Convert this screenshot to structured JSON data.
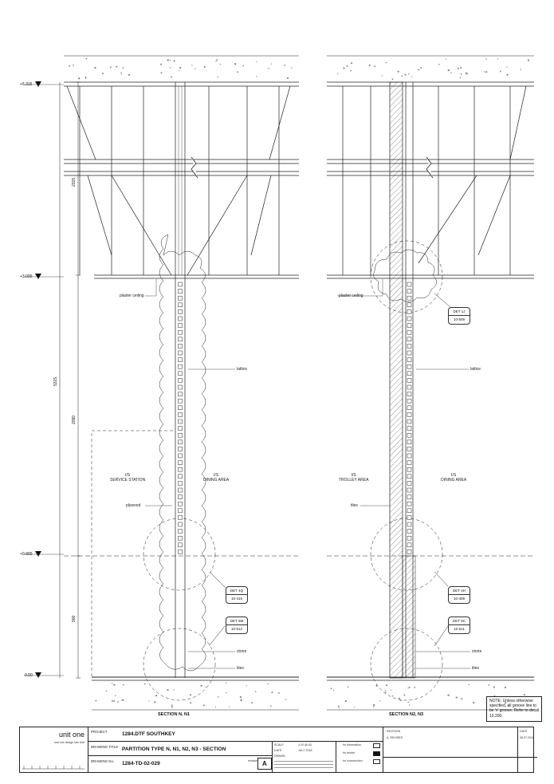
{
  "levels": {
    "top": "+5.315",
    "ceiling": "+3.000",
    "mid": "+0.900",
    "floor": "0.00"
  },
  "dims": {
    "d1": "2315",
    "d2": "5315",
    "d3": "2090",
    "d4": "900"
  },
  "left_section": {
    "title": "SECTION N, N1",
    "plaster_ceiling": "plaster ceiling",
    "lattice": "lattice",
    "room_left": "I/S\nSERVICE STATION",
    "room_right": "I/S\nDINING AREA",
    "plywood": "plywood",
    "stone": "stone",
    "tiles": "tiles",
    "det_a": {
      "top": "DET 4Q",
      "bottom": "10-415"
    },
    "det_b": {
      "top": "DET 5M",
      "bottom": "10-512"
    }
  },
  "right_section": {
    "title": "SECTION N2, N3",
    "plaster_ceiling": "plaster ceiling",
    "lattice": "lattice",
    "room_left": "I/S\nTROLLEY AREA",
    "room_right": "I/S\nDINING AREA",
    "tiles_mid": "tiles",
    "stone": "stone",
    "tiles": "tiles",
    "det_a": {
      "top": "DET 1J",
      "bottom": "10-509"
    },
    "det_b": {
      "top": "DET 4H",
      "bottom": "10-408"
    },
    "det_c": {
      "top": "DET 5C",
      "bottom": "10-511"
    }
  },
  "note": "NOTE: Unless otherwise specified, all groove line to be 'v' groove. Refer to detail 10.200.",
  "title_block": {
    "logo": "unit one",
    "company": "unit one design sdn bhd",
    "project_label": "PROJECT",
    "project": "1284.DTF SOUTHKEY",
    "drawing_title_label": "DRAWING TITLE",
    "drawing_title": "PARTITION TYPE N, N1, N2, N3 - SECTION",
    "drawing_no_label": "DRAWING No.",
    "drawing_no": "1284-TD-02-029",
    "revision_label": "revision",
    "revision": "A",
    "scale_label": "SCALE",
    "scale": "1:10 @ A3",
    "date_label": "DATE",
    "date": "JULY 2018",
    "drawn_label": "DRAWN",
    "status_1": "for information",
    "status_2": "for tender",
    "status_3": "for construction",
    "revision_col_label": "REVISION",
    "revision_text": "A. REVISED",
    "date_col_label": "DATE",
    "date_col": "06.07.2018"
  }
}
